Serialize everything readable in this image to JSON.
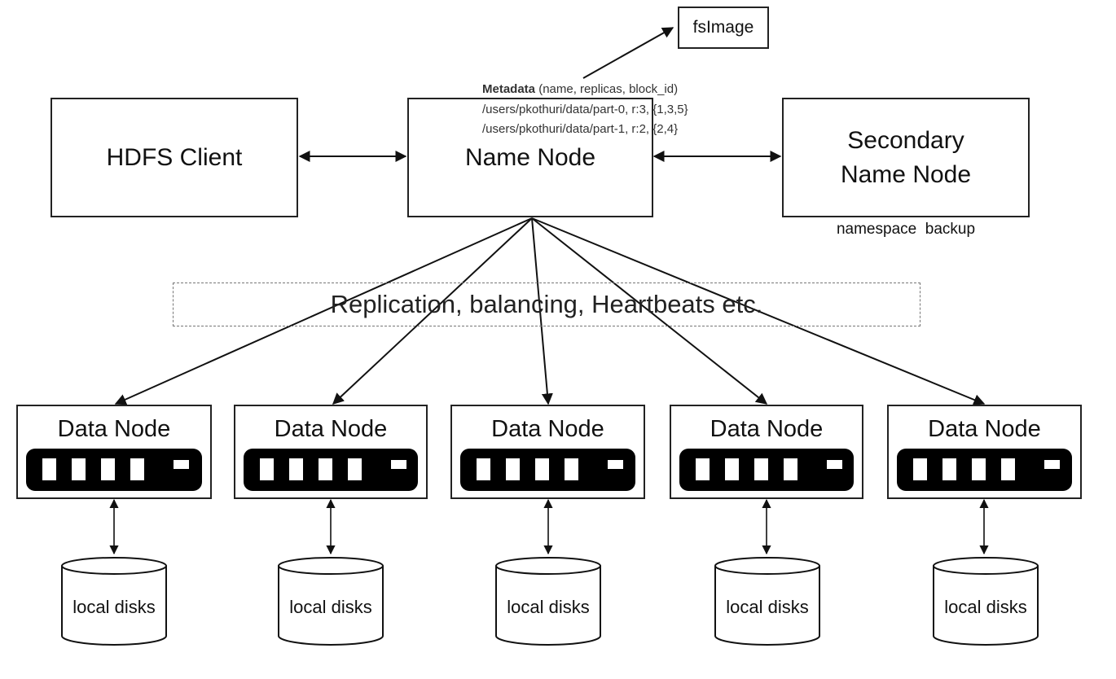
{
  "hdfs_client": {
    "label": "HDFS Client"
  },
  "name_node": {
    "label": "Name Node"
  },
  "secondary_name_node": {
    "label": "Secondary\nName Node",
    "caption": "namespace  backup"
  },
  "fsimage": {
    "label": "fsImage"
  },
  "metadata": {
    "heading": "Metadata",
    "fields": " (name, replicas, block_id)",
    "entries": [
      "/users/pkothuri/data/part-0, r:3, {1,3,5}",
      "/users/pkothuri/data/part-1, r:2, {2,4}"
    ]
  },
  "band": {
    "label": "Replication, balancing, Heartbeats etc."
  },
  "data_nodes": [
    {
      "label": "Data Node",
      "disk_label": "local disks"
    },
    {
      "label": "Data Node",
      "disk_label": "local disks"
    },
    {
      "label": "Data Node",
      "disk_label": "local disks"
    },
    {
      "label": "Data Node",
      "disk_label": "local disks"
    },
    {
      "label": "Data Node",
      "disk_label": "local disks"
    }
  ]
}
